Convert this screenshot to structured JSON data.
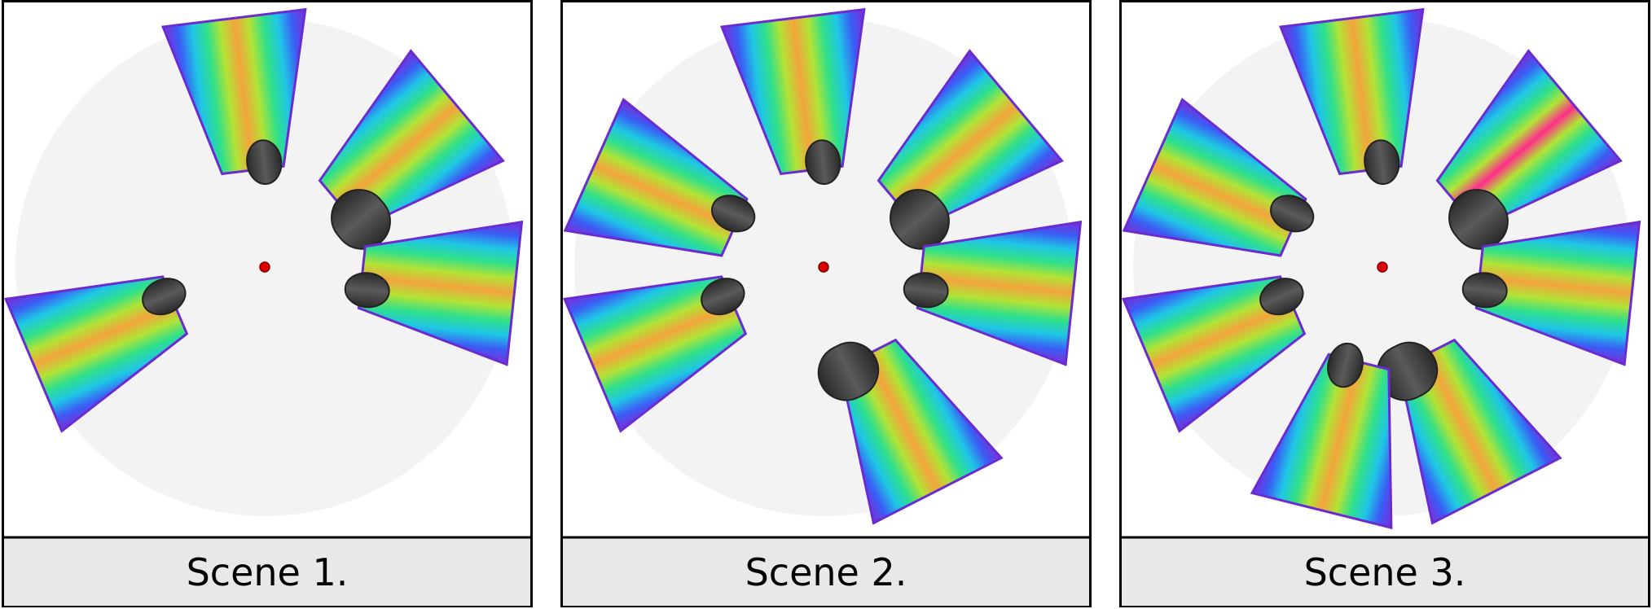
{
  "colors": {
    "frame": "#000000",
    "field": "#f3f3f3",
    "caption_bg": "#e8e8e8",
    "center_marker": "#e00000",
    "obstacle": "#3c3c3c",
    "spectrum": [
      "#7a2fd6",
      "#3b5cf5",
      "#1fc6e6",
      "#30e08a",
      "#b2e336",
      "#f3a43c"
    ]
  },
  "scenes": [
    {
      "caption": "Scene 1.",
      "objects": [
        {
          "angle": -97,
          "shape": "upright",
          "hot": false
        },
        {
          "angle": -40,
          "shape": "tall",
          "hot": false
        },
        {
          "angle": 6,
          "shape": "upright",
          "hot": false
        },
        {
          "angle": 157,
          "shape": "upright",
          "hot": false
        }
      ]
    },
    {
      "caption": "Scene 2.",
      "objects": [
        {
          "angle": -97,
          "shape": "upright",
          "hot": false
        },
        {
          "angle": -40,
          "shape": "tall",
          "hot": false
        },
        {
          "angle": 6,
          "shape": "upright",
          "hot": false
        },
        {
          "angle": 63,
          "shape": "tall",
          "hot": false
        },
        {
          "angle": 157,
          "shape": "upright",
          "hot": false
        },
        {
          "angle": -156,
          "shape": "upright",
          "hot": false
        }
      ]
    },
    {
      "caption": "Scene 3.",
      "objects": [
        {
          "angle": -97,
          "shape": "upright",
          "hot": false
        },
        {
          "angle": -40,
          "shape": "tall",
          "hot": true
        },
        {
          "angle": 6,
          "shape": "upright",
          "hot": false
        },
        {
          "angle": 63,
          "shape": "tall",
          "hot": false
        },
        {
          "angle": 104,
          "shape": "upright",
          "hot": false
        },
        {
          "angle": 157,
          "shape": "upright",
          "hot": false
        },
        {
          "angle": -156,
          "shape": "upright",
          "hot": false
        }
      ]
    }
  ]
}
